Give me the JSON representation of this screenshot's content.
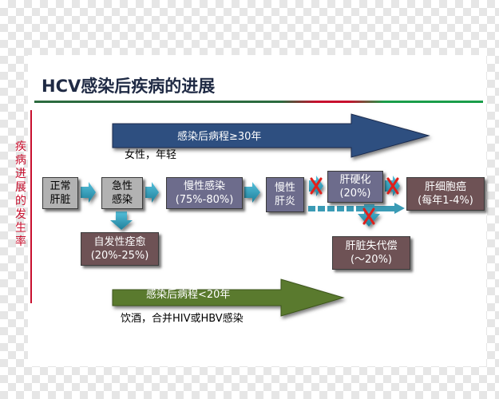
{
  "title": "HCV感染后疾病的进展",
  "side_label": "疾病进展的发生率",
  "top_arrow": {
    "label": "感染后病程≥30年",
    "note": "女性，年轻",
    "color": "#2f4f80"
  },
  "bottom_arrow": {
    "label": "感染后病程<20年",
    "note": "饮酒，合并HIV或HBV感染",
    "color": "#5a7a2e"
  },
  "nodes": {
    "normal_liver": {
      "line1": "正常",
      "line2": "肝脏"
    },
    "acute": {
      "line1": "急性",
      "line2": "感染"
    },
    "chronic": {
      "line1": "慢性感染",
      "line2": "(75%-80%)"
    },
    "hepatitis": {
      "line1": "慢性",
      "line2": "肝炎"
    },
    "cirrhosis": {
      "line1": "肝硬化",
      "line2": "(20%)"
    },
    "hcc": {
      "line1": "肝细胞癌",
      "line2": "(每年1-4%)"
    },
    "recovery": {
      "line1": "自发性痊愈",
      "line2": "(20%-25%)"
    },
    "decomp": {
      "line1": "肝脏失代偿",
      "line2": "(～20%)"
    }
  },
  "colors": {
    "title_line_left": "#2c6b3f",
    "title_line_mid": "#c8102e",
    "title_line_right": "#1a9e4a",
    "teal_arrow": "#2a8ba6",
    "cross": "#e0201b",
    "side": "#c8102e"
  }
}
